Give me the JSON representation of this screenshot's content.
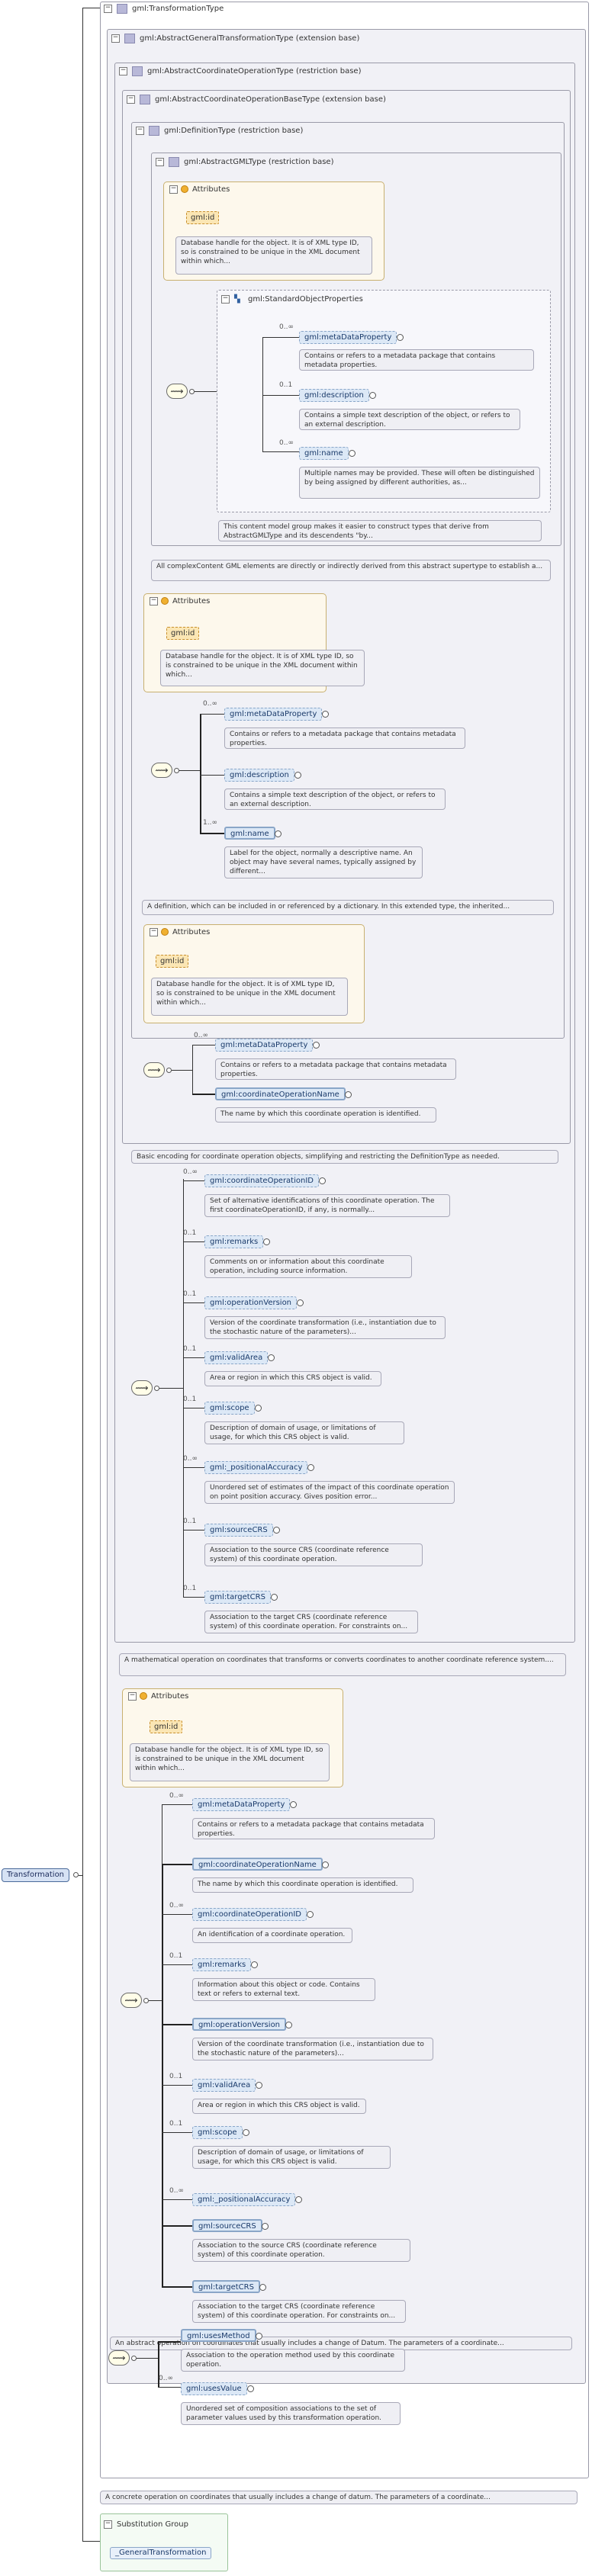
{
  "root": {
    "label": "Transformation"
  },
  "type": {
    "title": "gml:TransformationType"
  },
  "ext1": {
    "title": "gml:AbstractGeneralTransformationType (extension base)"
  },
  "ext2": {
    "title": "gml:AbstractCoordinateOperationType (restriction base)"
  },
  "ext3": {
    "title": "gml:AbstractCoordinateOperationBaseType (extension base)"
  },
  "ext4": {
    "title": "gml:DefinitionType (restriction base)"
  },
  "ext5": {
    "title": "gml:AbstractGMLType (restriction base)"
  },
  "attr_label": "Attributes",
  "attr_id": "gml:id",
  "attr_doc": "Database handle for the object. It is of XML type ID, so is constrained to be unique in the XML document within which...",
  "sop": {
    "label": "gml:StandardObjectProperties"
  },
  "card_opt_many": "0..∞",
  "card_opt_one": "0..1",
  "card_one_many": "1..∞",
  "gml5": {
    "items": [
      {
        "name": "gml:metaDataProperty",
        "doc": "Contains or refers to a metadata package that contains metadata properties."
      },
      {
        "name": "gml:description",
        "doc": "Contains a simple text description of the object, or refers to an external description."
      },
      {
        "name": "gml:name",
        "doc": "Multiple names may be provided. These will often be distinguished by being assigned by different authorities, as..."
      }
    ],
    "group_doc": "This content model group makes it easier to construct types that derive from AbstractGMLType and its descendents \"by...",
    "type_doc": "All complexContent GML elements are directly or indirectly derived from this abstract supertype to establish a..."
  },
  "def": {
    "items": [
      {
        "name": "gml:metaDataProperty",
        "doc": "Contains or refers to a metadata package that contains metadata properties."
      },
      {
        "name": "gml:description",
        "doc": "Contains a simple text description of the object, or refers to an external description."
      },
      {
        "name": "gml:name",
        "doc": "Label for the object, normally a descriptive name. An object may have several names, typically assigned by different..."
      }
    ],
    "type_doc": "A definition, which can be included in or referenced by a dictionary. In this extended type, the inherited..."
  },
  "base": {
    "items": [
      {
        "name": "gml:metaDataProperty",
        "doc": "Contains or refers to a metadata package that contains metadata properties."
      },
      {
        "name": "gml:coordinateOperationName",
        "doc": "The name by which this coordinate operation is identified."
      }
    ],
    "type_doc": "Basic encoding for coordinate operation objects, simplifying and restricting the DefinitionType as needed."
  },
  "coordop": {
    "items": [
      {
        "name": "gml:coordinateOperationID",
        "doc": "Set of alternative identifications of this coordinate operation. The first coordinateOperationID, if any, is normally..."
      },
      {
        "name": "gml:remarks",
        "doc": "Comments on or information about this coordinate operation, including source information."
      },
      {
        "name": "gml:operationVersion",
        "doc": "Version of the coordinate transformation (i.e., instantiation due to the stochastic nature of the parameters)..."
      },
      {
        "name": "gml:validArea",
        "doc": "Area or region in which this CRS object is valid."
      },
      {
        "name": "gml:scope",
        "doc": "Description of domain of usage, or limitations of usage, for which this CRS object is valid."
      },
      {
        "name": "gml:_positionalAccuracy",
        "doc": "Unordered set of estimates of the impact of this coordinate operation on point position accuracy. Gives position error..."
      },
      {
        "name": "gml:sourceCRS",
        "doc": "Association to the source CRS (coordinate reference system) of this coordinate operation."
      },
      {
        "name": "gml:targetCRS",
        "doc": "Association to the target CRS (coordinate reference system) of this coordinate operation. For constraints on..."
      }
    ],
    "type_doc": "A mathematical operation on coordinates that transforms or converts coordinates to another coordinate reference system...."
  },
  "gen": {
    "items": [
      {
        "name": "gml:metaDataProperty",
        "doc": "Contains or refers to a metadata package that contains metadata properties."
      },
      {
        "name": "gml:coordinateOperationName",
        "doc": "The name by which this coordinate operation is identified."
      },
      {
        "name": "gml:coordinateOperationID",
        "doc": "An identification of a coordinate operation."
      },
      {
        "name": "gml:remarks",
        "doc": "Information about this object or code. Contains text or refers to external text."
      },
      {
        "name": "gml:operationVersion",
        "doc": "Version of the coordinate transformation (i.e., instantiation due to the stochastic nature of the parameters)..."
      },
      {
        "name": "gml:validArea",
        "doc": "Area or region in which this CRS object is valid."
      },
      {
        "name": "gml:scope",
        "doc": "Description of domain of usage, or limitations of usage, for which this CRS object is valid."
      },
      {
        "name": "gml:_positionalAccuracy",
        "doc": ""
      },
      {
        "name": "gml:sourceCRS",
        "doc": "Association to the source CRS (coordinate reference system) of this coordinate operation."
      },
      {
        "name": "gml:targetCRS",
        "doc": "Association to the target CRS (coordinate reference system) of this coordinate operation. For constraints on..."
      }
    ],
    "type_doc": "An abstract operation on coordinates that usually includes a change of Datum. The parameters of a coordinate..."
  },
  "trans": {
    "items": [
      {
        "name": "gml:usesMethod",
        "doc": "Association to the operation method used by this coordinate operation."
      },
      {
        "name": "gml:usesValue",
        "doc": "Unordered set of composition associations to the set of parameter values used by this transformation operation."
      }
    ],
    "type_doc": "A concrete operation on coordinates that usually includes a change of datum. The parameters of a coordinate..."
  },
  "subst": {
    "label": "Substitution Group",
    "value": "_GeneralTransformation"
  }
}
